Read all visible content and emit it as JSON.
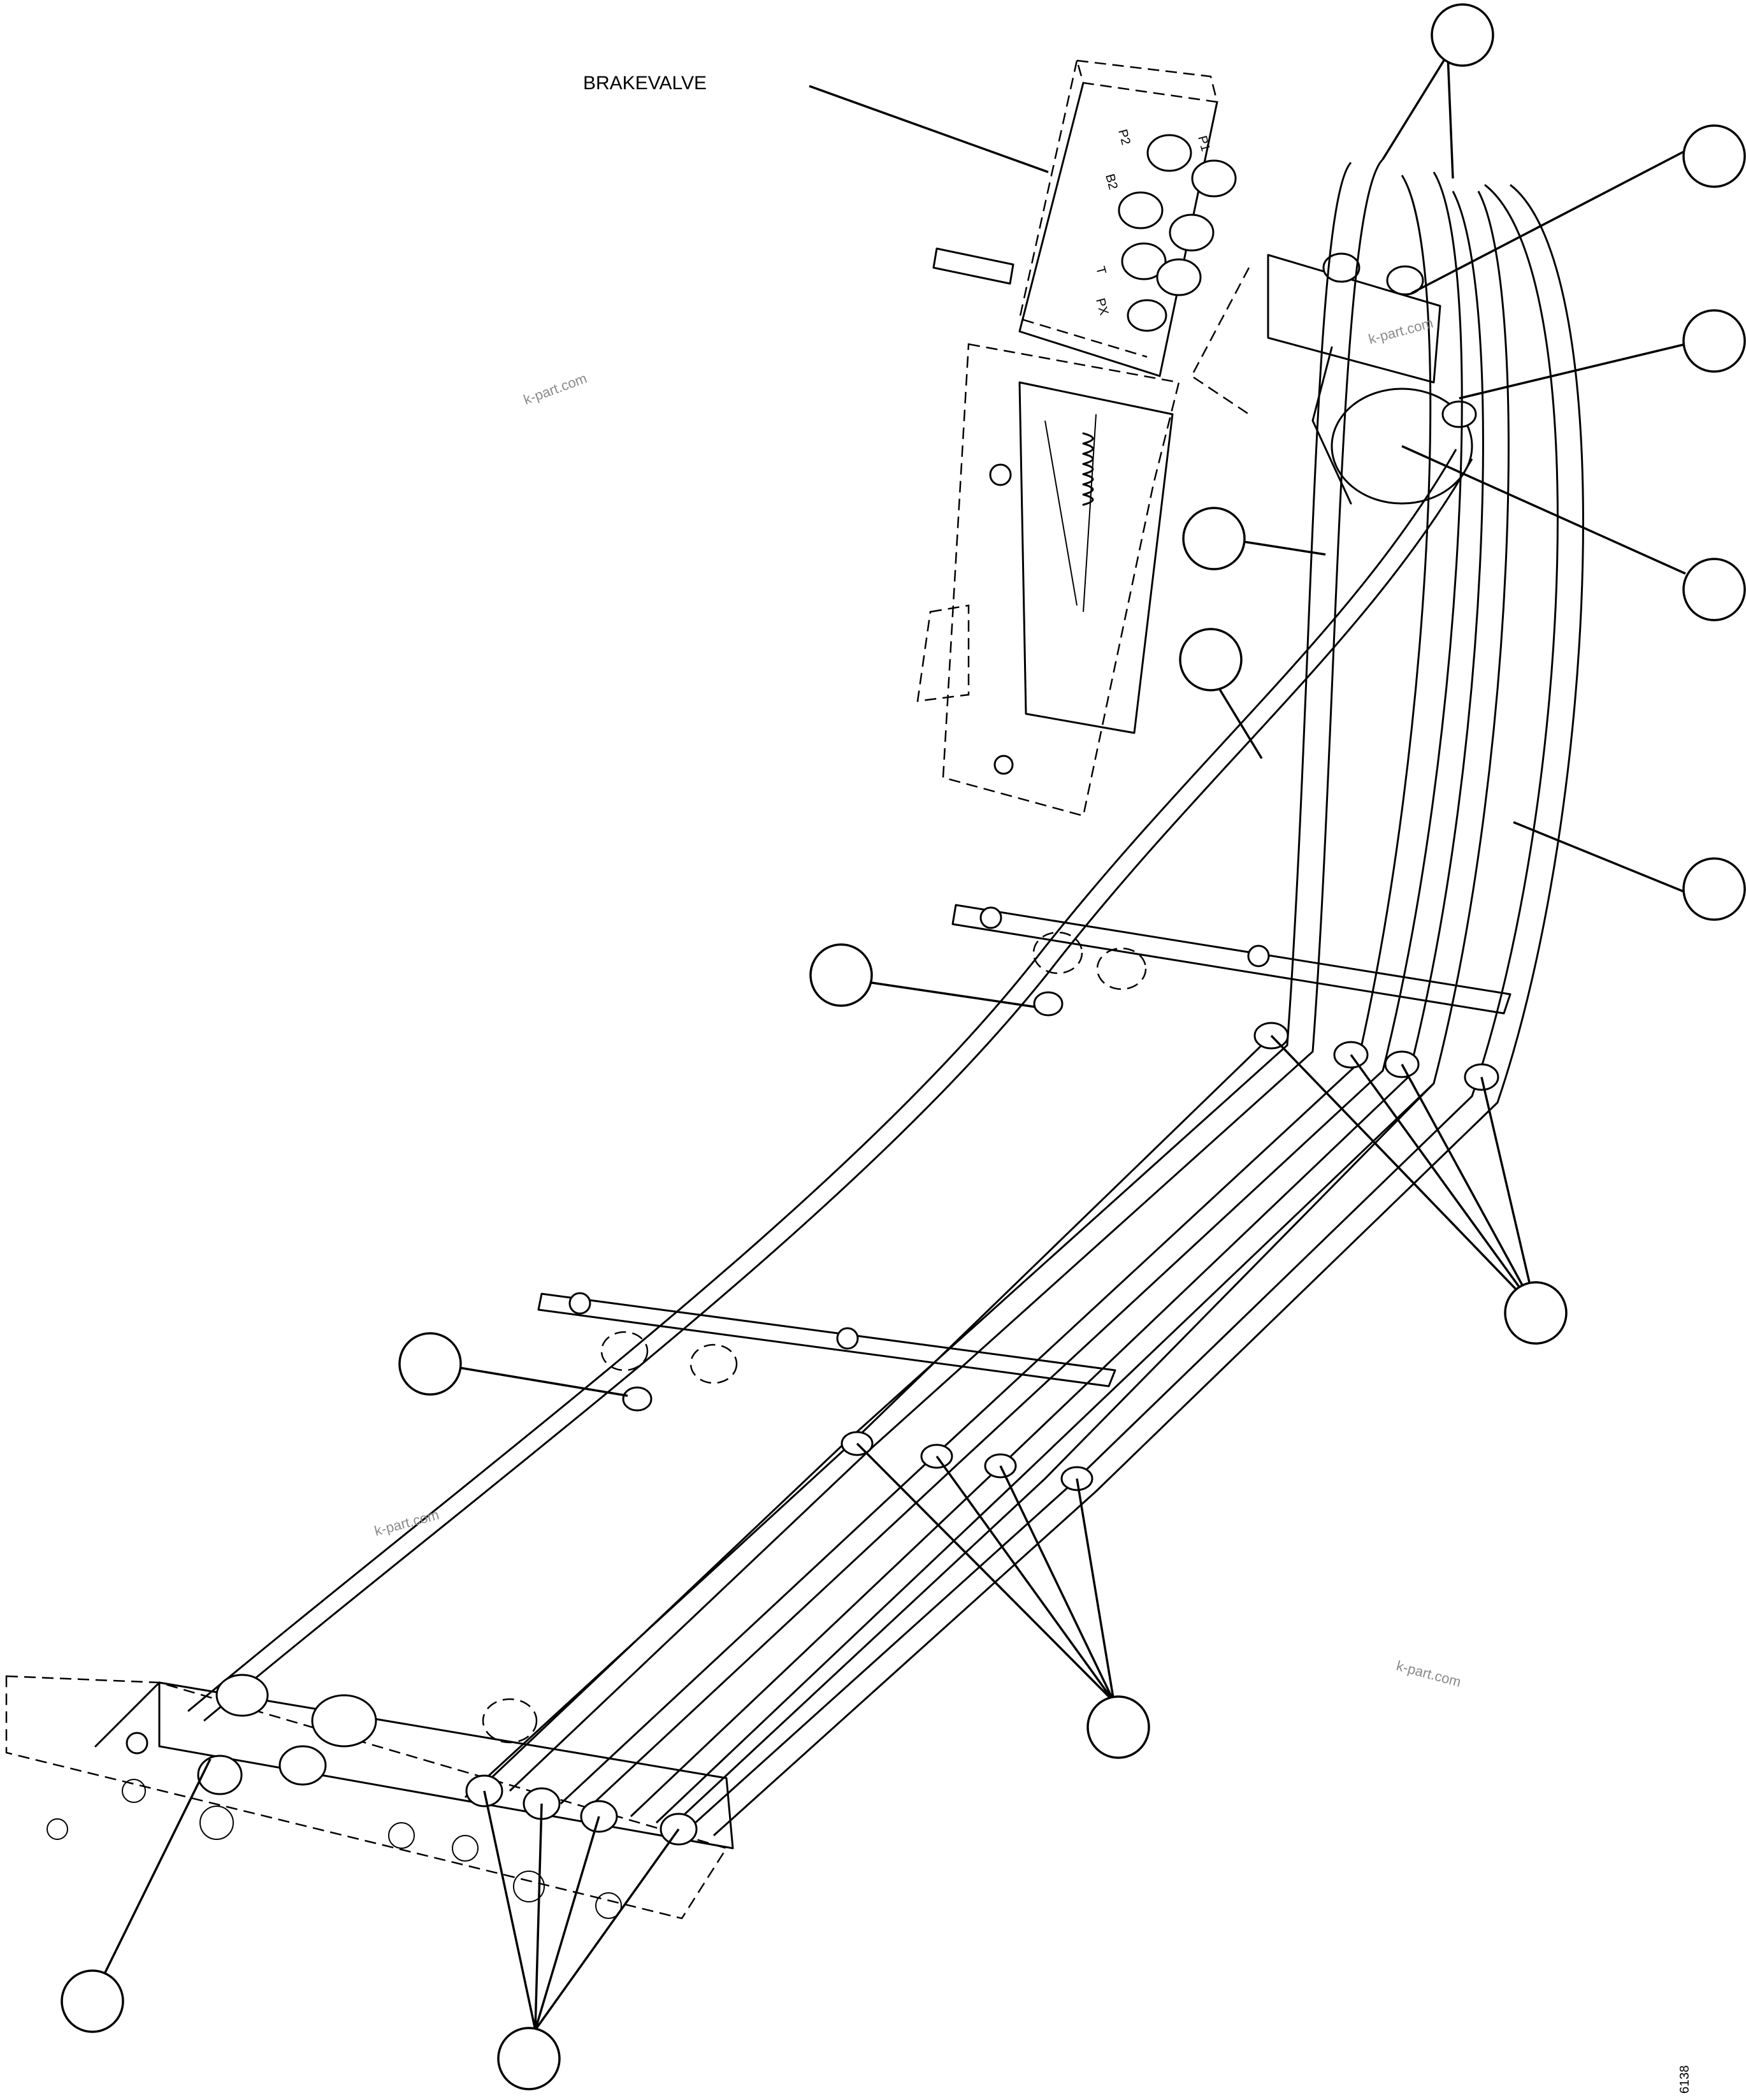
{
  "labels": {
    "brake_valve": "BRAKEVALVE",
    "drawing_number": "6138"
  },
  "port_markings": [
    "P2",
    "P1",
    "B2",
    "T",
    "PX"
  ],
  "watermark": "k-part.com",
  "callouts": [
    {
      "id": "callout-top-1"
    },
    {
      "id": "callout-top-2"
    },
    {
      "id": "callout-top-3"
    },
    {
      "id": "callout-right-4"
    },
    {
      "id": "callout-right-5"
    },
    {
      "id": "callout-mid-6"
    },
    {
      "id": "callout-mid-7"
    },
    {
      "id": "callout-mid-8"
    },
    {
      "id": "callout-lower-9"
    },
    {
      "id": "callout-bottom-10"
    },
    {
      "id": "callout-bottom-11"
    },
    {
      "id": "callout-bottom-12"
    }
  ]
}
